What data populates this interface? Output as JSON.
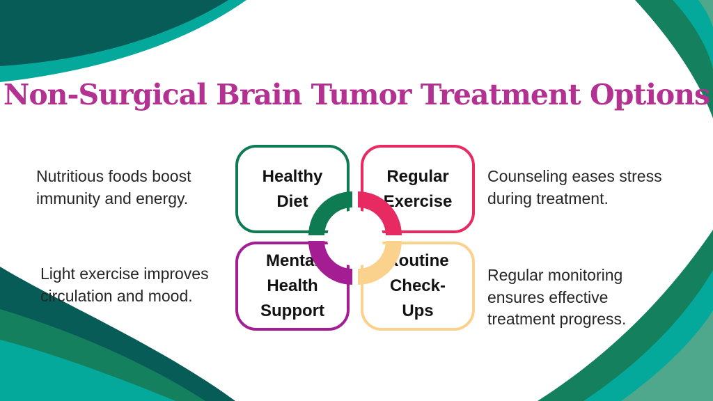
{
  "title": "Non-Surgical Brain Tumor Treatment Options",
  "title_color": "#b23191",
  "options": [
    {
      "id": "healthy-diet",
      "label": "Healthy Diet",
      "lines": [
        "Healthy",
        "Diet"
      ],
      "accent_color": "#0e7b53",
      "position": "top-left"
    },
    {
      "id": "regular-exercise",
      "label": "Regular Exercise",
      "lines": [
        "Regular",
        "Exercise"
      ],
      "accent_color": "#e72a61",
      "position": "top-right"
    },
    {
      "id": "mental-health-support",
      "label": "Mental Health Support",
      "lines": [
        "Mental",
        "Health",
        "Support"
      ],
      "accent_color": "#a51d92",
      "position": "bottom-left"
    },
    {
      "id": "routine-check-ups",
      "label": "Routine Check-Ups",
      "lines": [
        "Routine",
        "Check-",
        "Ups"
      ],
      "accent_color": "#fbd28d",
      "position": "bottom-right"
    }
  ],
  "captions": {
    "left_top": {
      "text": "Nutritious foods boost immunity and energy.",
      "lines": [
        "Nutritious foods boost",
        "immunity and energy."
      ]
    },
    "left_bottom": {
      "text": "Light exercise improves circulation and mood.",
      "lines": [
        "Light exercise improves",
        "circulation and mood."
      ]
    },
    "right_top": {
      "text": "Counseling eases stress during treatment.",
      "lines": [
        "Counseling eases stress",
        "during treatment."
      ]
    },
    "right_bottom": {
      "text": "Regular monitoring ensures effective treatment progress.",
      "lines": [
        "Regular monitoring",
        "ensures effective",
        "treatment progress."
      ]
    }
  },
  "decoration_colors": {
    "dark_teal": "#075c57",
    "bright_teal": "#04a99b",
    "medium_green": "#15805d",
    "sage_green": "#4fa78c"
  },
  "ring_colors": {
    "top_left": "#0e7b53",
    "top_right": "#e72a61",
    "bottom_left": "#a51d92",
    "bottom_right": "#fbd28d"
  }
}
